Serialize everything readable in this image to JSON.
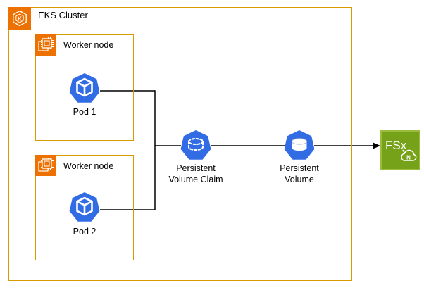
{
  "cluster": {
    "label": "EKS Cluster",
    "icon_letter": "K"
  },
  "worker_nodes": [
    {
      "label": "Worker node",
      "pod_label": "Pod 1"
    },
    {
      "label": "Worker node",
      "pod_label": "Pod 2"
    }
  ],
  "pvc": {
    "line1": "Persistent",
    "line2": "Volume Claim"
  },
  "pv": {
    "line1": "Persistent",
    "line2": "Volume"
  },
  "fsx": {
    "text": "FSx",
    "badge": "N"
  },
  "icons": {
    "eks": "eks-hexagon-k-icon",
    "worker": "compute-chip-icon",
    "pod": "kubernetes-pod-icon",
    "pvc": "persistent-volume-claim-dashed-cylinder-icon",
    "pv": "persistent-volume-cylinder-icon",
    "fsx": "fsx-for-netapp-ontap-icon"
  },
  "colors": {
    "group_border_orange": "#D79B00",
    "aws_orange": "#ED7100",
    "kubernetes_blue": "#326CE5",
    "fsx_green": "#76A21A",
    "line_black": "#000000"
  }
}
